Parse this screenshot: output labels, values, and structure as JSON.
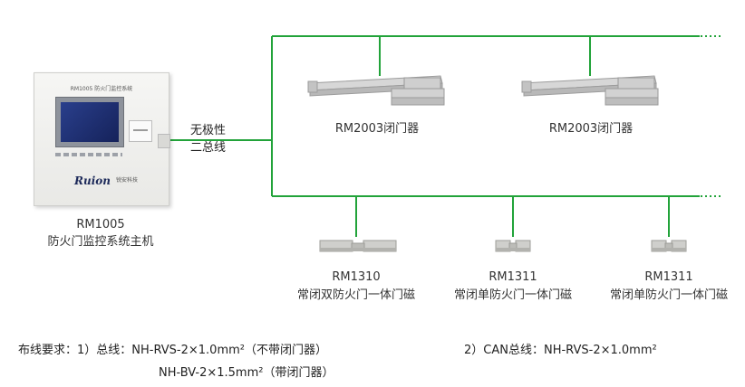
{
  "colors": {
    "bus": "#22a33a",
    "panel": "#f1f1ef",
    "screen": "#1c2c6e"
  },
  "controller": {
    "panel_title": "RM1005 防火门监控系统",
    "brand": "Ruion",
    "brand_sub": "锐安科技",
    "model": "RM1005",
    "name": "防火门监控系统主机"
  },
  "bus_label": {
    "line1": "无极性",
    "line2": "二总线"
  },
  "closers": [
    {
      "label": "RM2003闭门器"
    },
    {
      "label": "RM2003闭门器"
    }
  ],
  "magnets": [
    {
      "model": "RM1310",
      "name": "常闭双防火门一体门磁"
    },
    {
      "model": "RM1311",
      "name": "常闭单防火门一体门磁"
    },
    {
      "model": "RM1311",
      "name": "常闭单防火门一体门磁"
    }
  ],
  "notes": {
    "prefix": "布线要求：1）总线：NH-RVS-2×1.0mm²（不带闭门器）",
    "line2": "NH-BV-2×1.5mm²（带闭门器）",
    "can": "2）CAN总线：NH-RVS-2×1.0mm²"
  }
}
